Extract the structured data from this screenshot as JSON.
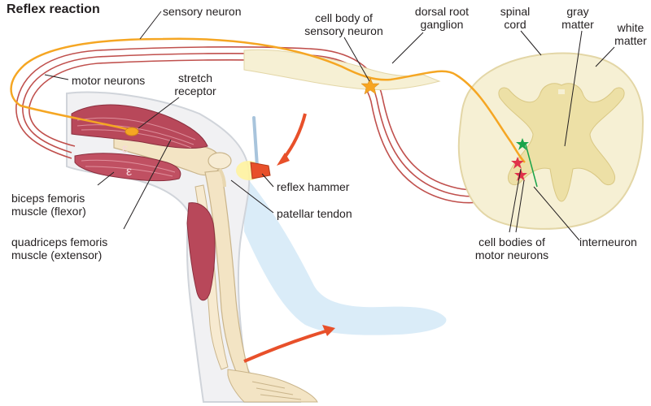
{
  "title": "Reflex reaction",
  "labels": {
    "sensory_neuron": "sensory neuron",
    "cell_body_sensory": [
      "cell body of",
      "sensory neuron"
    ],
    "dorsal_root_ganglion": [
      "dorsal root",
      "ganglion"
    ],
    "spinal_cord": [
      "spinal",
      "cord"
    ],
    "gray_matter": [
      "gray",
      "matter"
    ],
    "white_matter": [
      "white",
      "matter"
    ],
    "motor_neurons": "motor neurons",
    "stretch_receptor": [
      "stretch",
      "receptor"
    ],
    "reflex_hammer": "reflex hammer",
    "patellar_tendon": "patellar tendon",
    "biceps_femoris": [
      "biceps femoris",
      "muscle (flexor)"
    ],
    "quadriceps_femoris": [
      "quadriceps femoris",
      "muscle (extensor)"
    ],
    "interneuron": "interneuron",
    "cell_bodies_motor": [
      "cell bodies of",
      "motor neurons"
    ]
  },
  "colors": {
    "sensory_neuron": "#f5a623",
    "motor_neuron": "#c0504d",
    "spinal_white_matter": "#f6f0d4",
    "spinal_gray_matter": "#ede0a6",
    "muscle": "#b8485a",
    "bone": "#f3e4c4",
    "skin_outline": "#d9dde3",
    "leg_shadow": "#d3e9f7",
    "motion_arrow": "#e8502a",
    "hammer": "#e8502a",
    "interneuron_star": "#1aa34a",
    "sensory_star": "#f7a521",
    "motor_star": "#e0324b"
  }
}
